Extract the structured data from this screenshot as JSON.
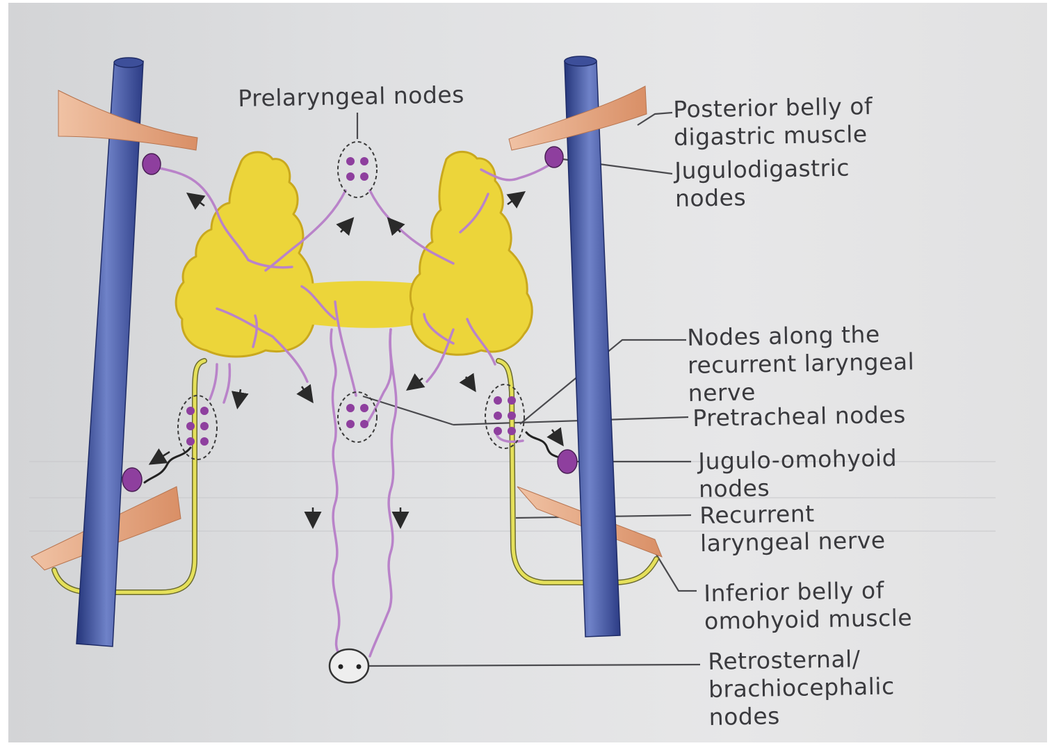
{
  "labels": {
    "prelaryngeal": "Prelaryngeal nodes",
    "posterior_belly": [
      "Posterior belly of",
      "digastric muscle"
    ],
    "jugulodigastric": [
      "Jugulodigastric",
      "nodes"
    ],
    "recurrent_nodes": [
      "Nodes along the",
      "recurrent laryngeal",
      "nerve"
    ],
    "pretracheal": "Pretracheal nodes",
    "jugulo_omohyoid": [
      "Jugulo-omohyoid",
      "nodes"
    ],
    "recurrent_nerve": [
      "Recurrent",
      "laryngeal nerve"
    ],
    "inferior_belly": [
      "Inferior belly of",
      "omohyoid muscle"
    ],
    "retrosternal": [
      "Retrosternal/",
      "brachiocephalic",
      "nodes"
    ]
  },
  "colors": {
    "thyroid": "#ecd53a",
    "vein": "#3d4f9a",
    "lymph_vessel": "#b983c9",
    "node": "#8e3f9e",
    "muscle": "#e3a47e",
    "nerve": "#e5e05a",
    "text": "#3a3a3e"
  }
}
